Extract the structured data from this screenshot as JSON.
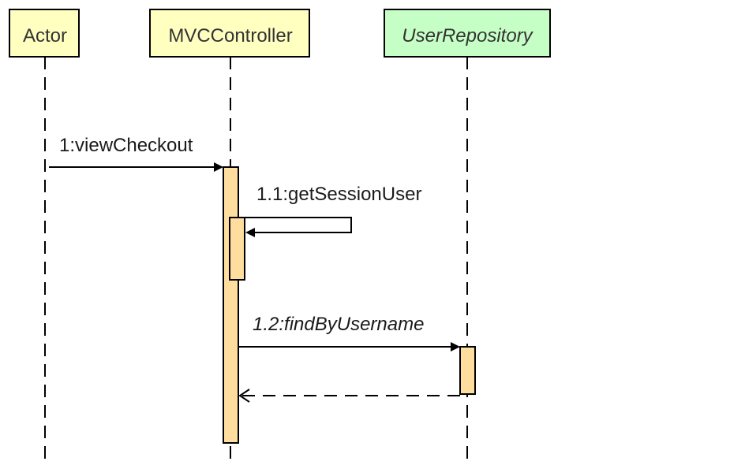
{
  "participants": [
    {
      "id": "actor",
      "name": "Actor",
      "fill": "#ffffc0",
      "italic": false
    },
    {
      "id": "mvc-controller",
      "name": "MVCController",
      "fill": "#ffffc0",
      "italic": false
    },
    {
      "id": "user-repository",
      "name": "UserRepository",
      "fill": "#c6ffc6",
      "italic": true
    }
  ],
  "messages": [
    {
      "id": "m1",
      "label": "1:viewCheckout",
      "from": "Actor",
      "to": "MVCController",
      "kind": "sync",
      "italic": false
    },
    {
      "id": "m1-1",
      "label": "1.1:getSessionUser",
      "from": "MVCController",
      "to": "MVCController",
      "kind": "self",
      "italic": false
    },
    {
      "id": "m1-2",
      "label": "1.2:findByUsername",
      "from": "MVCController",
      "to": "UserRepository",
      "kind": "sync",
      "italic": true
    },
    {
      "id": "m1-2-return",
      "label": "",
      "from": "UserRepository",
      "to": "MVCController",
      "kind": "return",
      "italic": false
    }
  ],
  "colors": {
    "activation_fill": "#ffdd9e",
    "line": "#000000",
    "actor_head": "#ffffc0",
    "repository_head": "#c6ffc6"
  }
}
